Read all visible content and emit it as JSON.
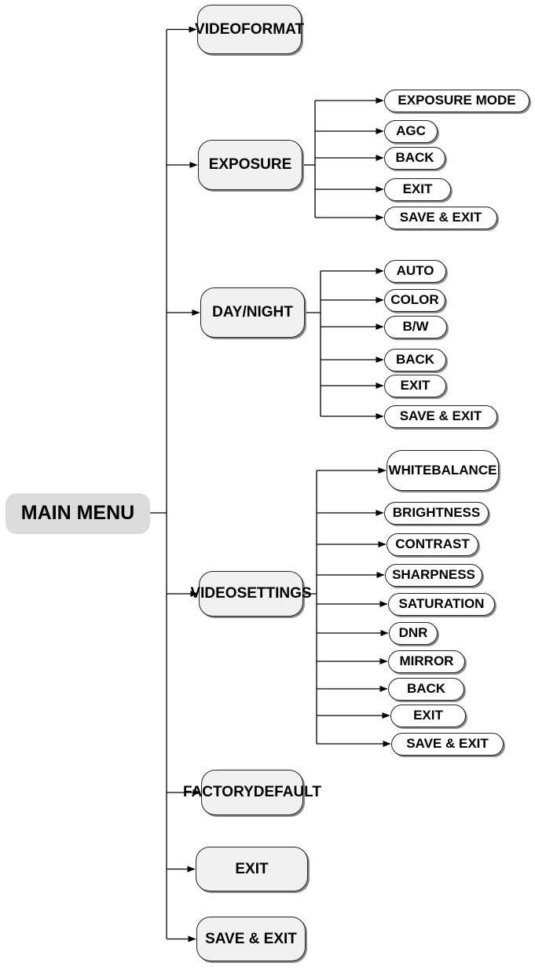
{
  "root": {
    "label": "MAIN MENU"
  },
  "menu": [
    {
      "label": "VIDEO FORMAT",
      "lines": [
        "VIDEO",
        "FORMAT"
      ],
      "children": []
    },
    {
      "label": "EXPOSURE",
      "lines": [
        "EXPOSURE"
      ],
      "children": [
        {
          "label": "EXPOSURE MODE",
          "lines": [
            "EXPOSURE MODE"
          ]
        },
        {
          "label": "AGC",
          "lines": [
            "AGC"
          ]
        },
        {
          "label": "BACK",
          "lines": [
            "BACK"
          ]
        },
        {
          "label": "EXIT",
          "lines": [
            "EXIT"
          ]
        },
        {
          "label": "SAVE & EXIT",
          "lines": [
            "SAVE & EXIT"
          ]
        }
      ]
    },
    {
      "label": "DAY/NIGHT",
      "lines": [
        "DAY/NIGHT"
      ],
      "children": [
        {
          "label": "AUTO",
          "lines": [
            "AUTO"
          ]
        },
        {
          "label": "COLOR",
          "lines": [
            "COLOR"
          ]
        },
        {
          "label": "B/W",
          "lines": [
            "B/W"
          ]
        },
        {
          "label": "BACK",
          "lines": [
            "BACK"
          ]
        },
        {
          "label": "EXIT",
          "lines": [
            "EXIT"
          ]
        },
        {
          "label": "SAVE & EXIT",
          "lines": [
            "SAVE & EXIT"
          ]
        }
      ]
    },
    {
      "label": "VIDEO SETTINGS",
      "lines": [
        "VIDEO",
        "SETTINGS"
      ],
      "children": [
        {
          "label": "WHITE BALANCE",
          "lines": [
            "WHITE",
            "BALANCE"
          ]
        },
        {
          "label": "BRIGHTNESS",
          "lines": [
            "BRIGHTNESS"
          ]
        },
        {
          "label": "CONTRAST",
          "lines": [
            "CONTRAST"
          ]
        },
        {
          "label": "SHARPNESS",
          "lines": [
            "SHARPNESS"
          ]
        },
        {
          "label": "SATURATION",
          "lines": [
            "SATURATION"
          ]
        },
        {
          "label": "DNR",
          "lines": [
            "DNR"
          ]
        },
        {
          "label": "MIRROR",
          "lines": [
            "MIRROR"
          ]
        },
        {
          "label": "BACK",
          "lines": [
            "BACK"
          ]
        },
        {
          "label": "EXIT",
          "lines": [
            "EXIT"
          ]
        },
        {
          "label": "SAVE & EXIT",
          "lines": [
            "SAVE & EXIT"
          ]
        }
      ]
    },
    {
      "label": "FACTORY DEFAULT",
      "lines": [
        "FACTORY",
        "DEFAULT"
      ],
      "children": []
    },
    {
      "label": "EXIT",
      "lines": [
        "EXIT"
      ],
      "children": []
    },
    {
      "label": "SAVE & EXIT",
      "lines": [
        "SAVE & EXIT"
      ],
      "children": []
    }
  ]
}
